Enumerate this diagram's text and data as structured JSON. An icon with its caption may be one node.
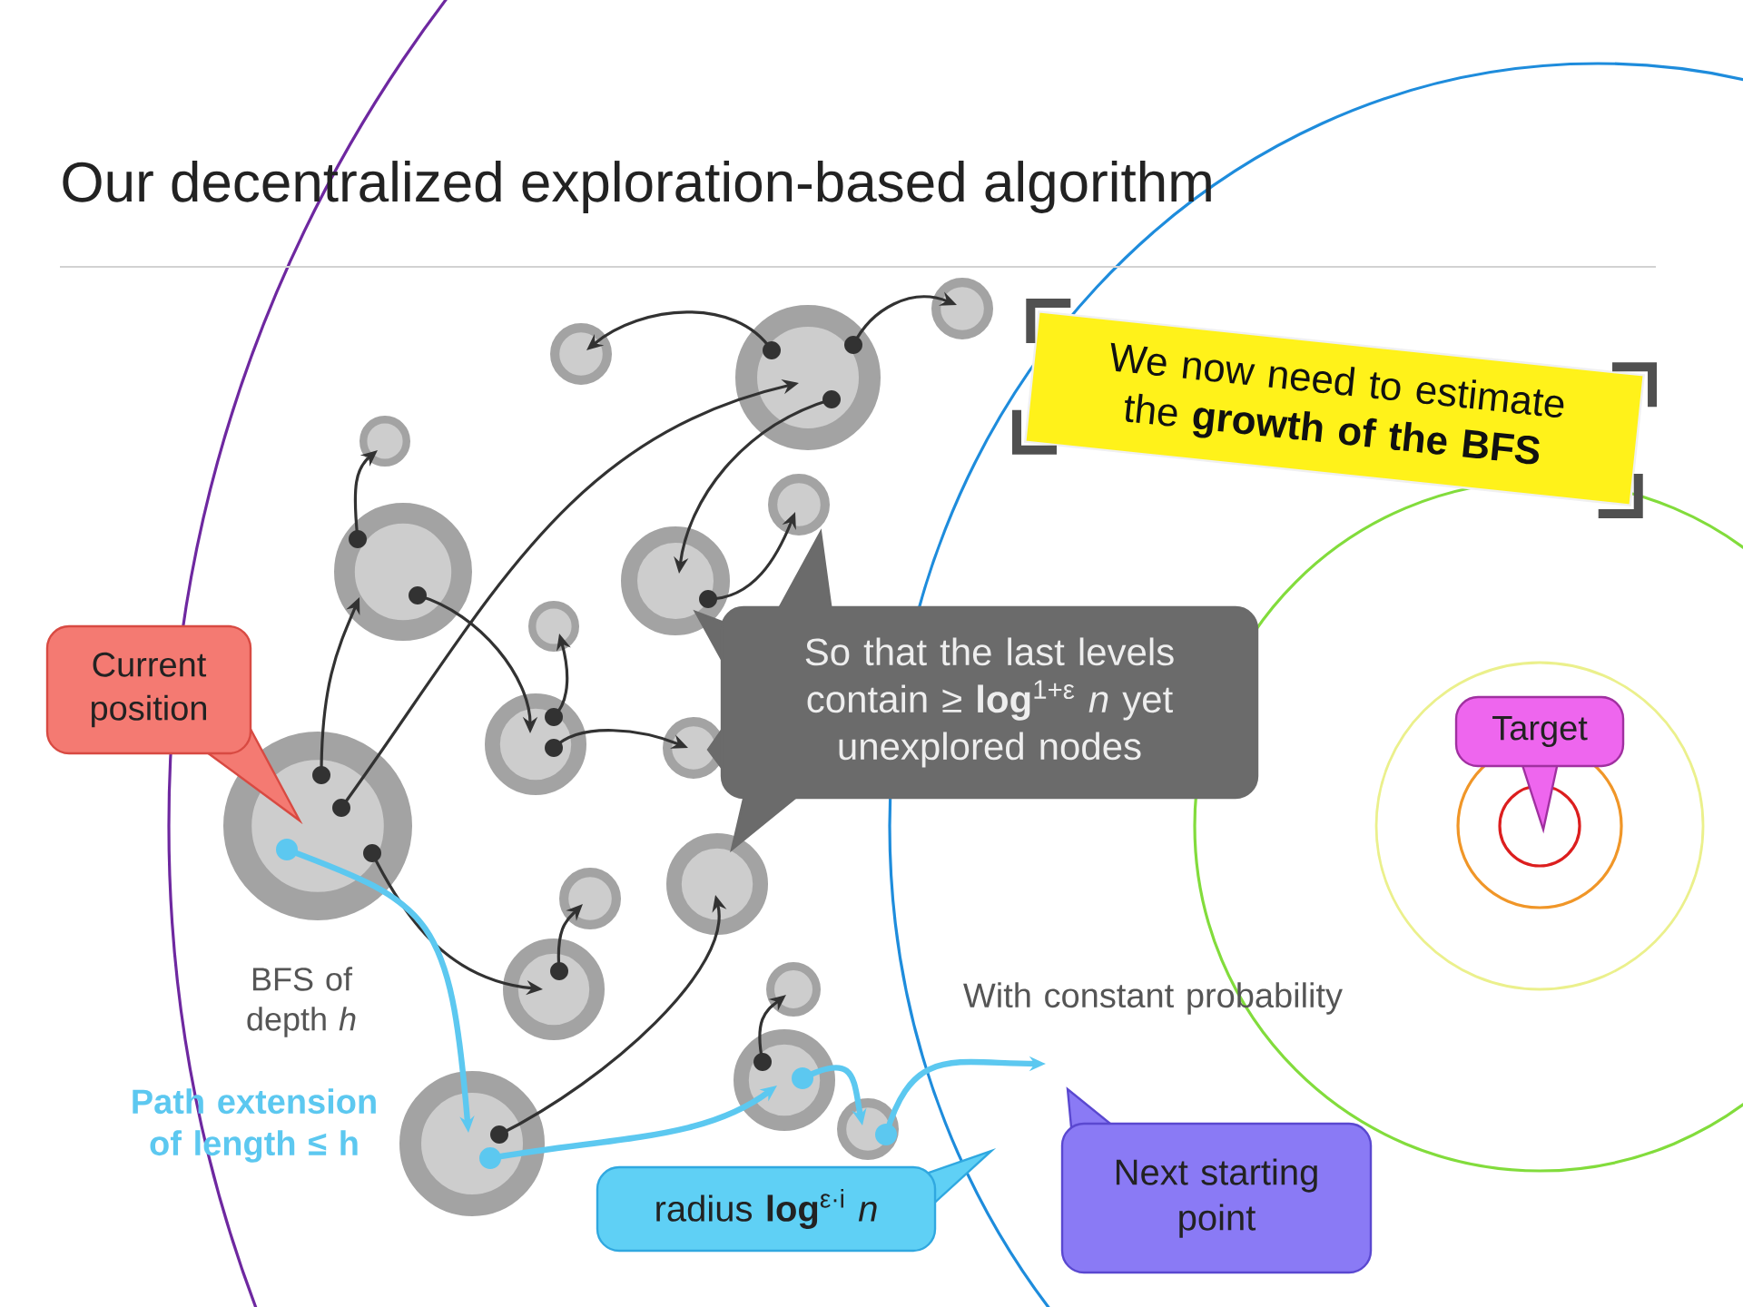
{
  "diagram": {
    "title": "Our decentralized exploration-based algorithm",
    "nodes": [
      {
        "text": [],
        "shape": "circle"
      },
      {
        "text": [],
        "shape": "circle"
      },
      {
        "text": [],
        "shape": "circle"
      },
      {
        "text": [],
        "shape": "circle"
      },
      {
        "text": [],
        "shape": "circle"
      },
      {
        "text": [],
        "shape": "circle"
      },
      {
        "text": [],
        "shape": "circle"
      },
      {
        "text": [],
        "shape": "circle"
      },
      {
        "text": [],
        "shape": "circle"
      },
      {
        "text": [],
        "shape": "circle"
      },
      {
        "text": [],
        "shape": "circle"
      },
      {
        "text": [],
        "shape": "circle"
      },
      {
        "text": [],
        "shape": "circle"
      },
      {
        "text": [],
        "shape": "circle"
      },
      {
        "text": [],
        "shape": "circle"
      },
      {
        "text": [],
        "shape": "circle"
      },
      {
        "text": [],
        "shape": "circle"
      },
      {
        "text": [],
        "shape": "circle"
      },
      {
        "text": [
          "We now need to estimate the **growth of the BFS**"
        ]
      },
      {
        "text": [
          "Current position"
        ]
      },
      {
        "text": [
          "So that the last levels contain ≥ **log**$^{1+ε}$ *n* yet unexplored nodes"
        ]
      },
      {
        "text": [
          "Target"
        ]
      },
      {
        "text": [
          "radius **log**$^{ε·i}$ *n*"
        ]
      },
      {
        "text": [
          "Next starting point"
        ]
      }
    ],
    "edges": [
      {
        "from": 10,
        "to": 5,
        "arrow": "to"
      },
      {
        "from": 10,
        "to": 1,
        "arrow": "to"
      },
      {
        "from": 5,
        "to": 3,
        "arrow": "to"
      },
      {
        "from": 5,
        "to": 8,
        "arrow": "to"
      },
      {
        "from": 1,
        "to": 2,
        "arrow": "to"
      },
      {
        "from": 1,
        "to": 0,
        "arrow": "to"
      },
      {
        "from": 1,
        "to": 6,
        "arrow": "to"
      },
      {
        "from": 6,
        "to": 4,
        "arrow": "to"
      },
      {
        "from": 8,
        "to": 7,
        "arrow": "to"
      },
      {
        "from": 8,
        "to": 9,
        "arrow": "to"
      },
      {
        "from": 10,
        "to": 13,
        "arrow": "to"
      },
      {
        "from": 13,
        "to": 12,
        "arrow": "to"
      },
      {
        "from": 16,
        "to": 11,
        "arrow": "to"
      },
      {
        "from": 15,
        "to": 14,
        "arrow": "to"
      },
      {
        "from": 10,
        "to": 16,
        "arrow": "to",
        "style": "thick",
        "color": "#5cc8f0"
      },
      {
        "from": 16,
        "to": 15,
        "arrow": "to",
        "style": "thick",
        "color": "#5cc8f0"
      },
      {
        "from": 15,
        "to": 17,
        "arrow": "to",
        "style": "thick",
        "color": "#5cc8f0"
      },
      {
        "from": 17,
        "to": null,
        "arrow": "to",
        "style": "thick",
        "color": "#5cc8f0"
      }
    ],
    "labels": [
      "BFS of depth *h*",
      "Path extension of length ≤ h",
      "With constant probability"
    ]
  }
}
